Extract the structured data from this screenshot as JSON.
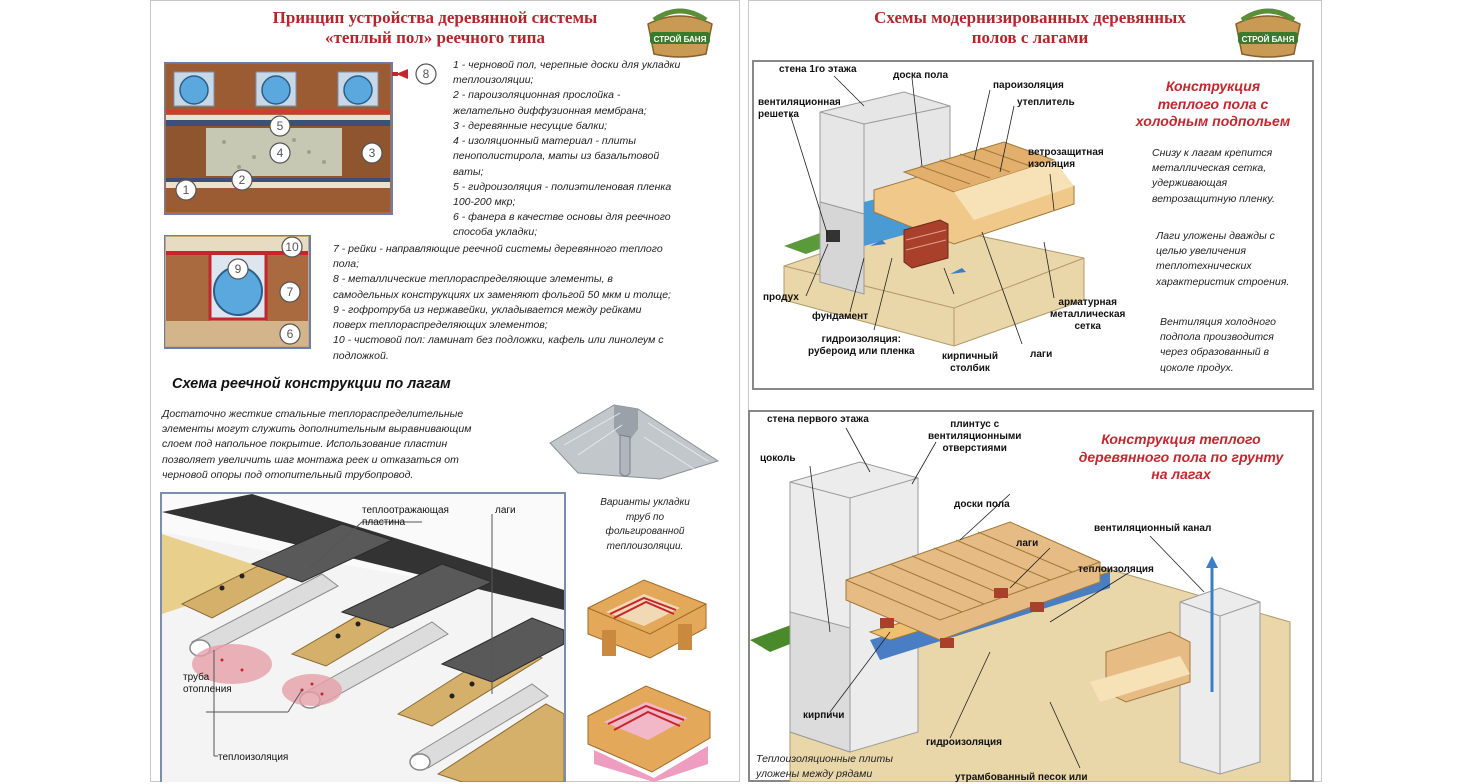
{
  "left": {
    "title_line1": "Принцип устройства деревянной системы",
    "title_line2": "«теплый пол» реечного типа",
    "logo_text": "СТРОЙ БАНЯ",
    "legend_a": "1 - черновой пол, черепные доски для укладки\nтеплоизоляции;\n2 - пароизоляционная прослойка -\nжелательно диффузионная мембрана;\n3 - деревянные несущие балки;\n4 - изоляционный материал - плиты\nпенополистирола, маты из базальтовой\nваты;\n5 - гидроизоляция - полиэтиленовая пленка\n100-200 мкр;\n6 - фанера в качестве основы для реечного\nспособа укладки;",
    "legend_b": "7 - рейки - направляющие реечной системы деревянного теплого\nпола;\n8 - металлические теплораспределяющие элементы, в\nсамодельных конструкциях их заменяют фольгой 50 мкм и толще;\n9 - гофротруба из нержавейки, укладывается между рейками\nповерх теплораспределяющих элементов;\n10 - чистовой пол: ламинат без подложки, кафель или линолеум с\nподложкой.",
    "subheading": "Схема реечной конструкции по лагам",
    "paragraph": "Достаточно жесткие стальные теплораспределительные\nэлементы могут служить дополнительным выравнивающим\nслоем под напольное покрытие. Использование пластин\nпозволяет увеличить шаг монтажа реек и отказаться от\nчерновой опоры под отопительный трубопровод.",
    "variants_caption": "Варианты укладки\nтруб по\nфольгированной\nтеплоизоляции.",
    "d1_numbers": [
      "1",
      "2",
      "3",
      "4",
      "5",
      "8"
    ],
    "d2_numbers": [
      "6",
      "7",
      "9",
      "10"
    ],
    "d3_labels": {
      "plate": "теплоотражающая\nпластина",
      "joists": "лаги",
      "pipe": "труба\nотопления",
      "insulation": "теплоизоляция"
    }
  },
  "right": {
    "title_line1": "Схемы модернизированных деревянных",
    "title_line2": "полов с лагами",
    "logo_text": "СТРОЙ БАНЯ",
    "top": {
      "heading": "Конструкция\nтеплого пола с\nхолодным  подпольем",
      "note1": "Снизу к лагам крепится\nметаллическая сетка,\nудерживающая\nветрозащитную пленку.",
      "note2": "Лаги уложены дважды с\nцелью увеличения\nтеплотехнических\nхарактеристик строения.",
      "note3": "Вентиляция холодного\nподпола производится\nчерез образованный в\nцоколе продух.",
      "labels": {
        "wall": "стена 1го этажа",
        "board": "доска пола",
        "vapor": "пароизоляция",
        "grate": "вентиляционная\nрешетка",
        "insul": "утеплитель",
        "wind": "ветрозащитная\nизоляция",
        "vent": "продух",
        "found": "фундамент",
        "mesh": "арматурная\nметаллическая\nсетка",
        "waterproof": "гидроизоляция:\nрубероид или пленка",
        "brick": "кирпичный\nстолбик",
        "joists": "лаги"
      }
    },
    "bottom": {
      "heading": "Конструкция теплого\nдеревянного пола по грунту\nна лагах",
      "note": "Теплоизоляционные плиты\nуложены между рядами",
      "labels": {
        "wall": "стена первого этажа",
        "plinth": "плинтус с\nвентиляционными\nотверстиями",
        "socle": "цоколь",
        "boards": "доски пола",
        "ventch": "вентиляционный канал",
        "joists": "лаги",
        "insul": "теплоизоляция",
        "bricks": "кирпичи",
        "waterproof": "гидроизоляция",
        "sand": "утрамбованный песок или"
      }
    }
  },
  "colors": {
    "title_red": "#b2262c",
    "heading_red": "#c4262e",
    "wood": "#a0643a",
    "pipe_blue": "#5aa8de",
    "beige": "#e9d7a9"
  }
}
